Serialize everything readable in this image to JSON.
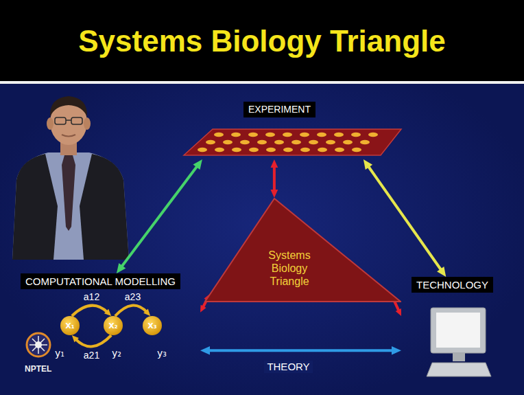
{
  "diagram": {
    "title": "Systems Biology Triangle",
    "nodes": [
      {
        "text": [
          "EXPERIMENT"
        ]
      },
      {
        "text": [
          "Systems Biology Triangle"
        ]
      },
      {
        "text": [
          "COMPUTATIONAL MODELLING"
        ]
      },
      {
        "text": [
          "X₁"
        ],
        "in": 2
      },
      {
        "text": [
          "X₂"
        ],
        "in": 2
      },
      {
        "text": [
          "X₃"
        ],
        "in": 2
      },
      {
        "text": [
          "TECHNOLOGY"
        ]
      }
    ],
    "edges": [
      {
        "from": 0,
        "to": 2,
        "arrow": "both"
      },
      {
        "from": 0,
        "to": 6,
        "arrow": "both"
      },
      {
        "from": 0,
        "to": 1,
        "arrow": "both"
      },
      {
        "from": 1,
        "to": 2,
        "arrow": "both"
      },
      {
        "from": 1,
        "to": 6,
        "arrow": "both"
      },
      {
        "from": 2,
        "to": 6,
        "arrow": "both",
        "label": "THEORY"
      },
      {
        "from": 3,
        "to": 4,
        "arrow": "to",
        "label": "a12"
      },
      {
        "from": 4,
        "to": 5,
        "arrow": "to",
        "label": "a23"
      },
      {
        "from": 4,
        "to": 3,
        "arrow": "to",
        "label": "a21"
      }
    ],
    "labels": [
      "y₁",
      "y₂",
      "y₃",
      "NPTEL"
    ]
  }
}
